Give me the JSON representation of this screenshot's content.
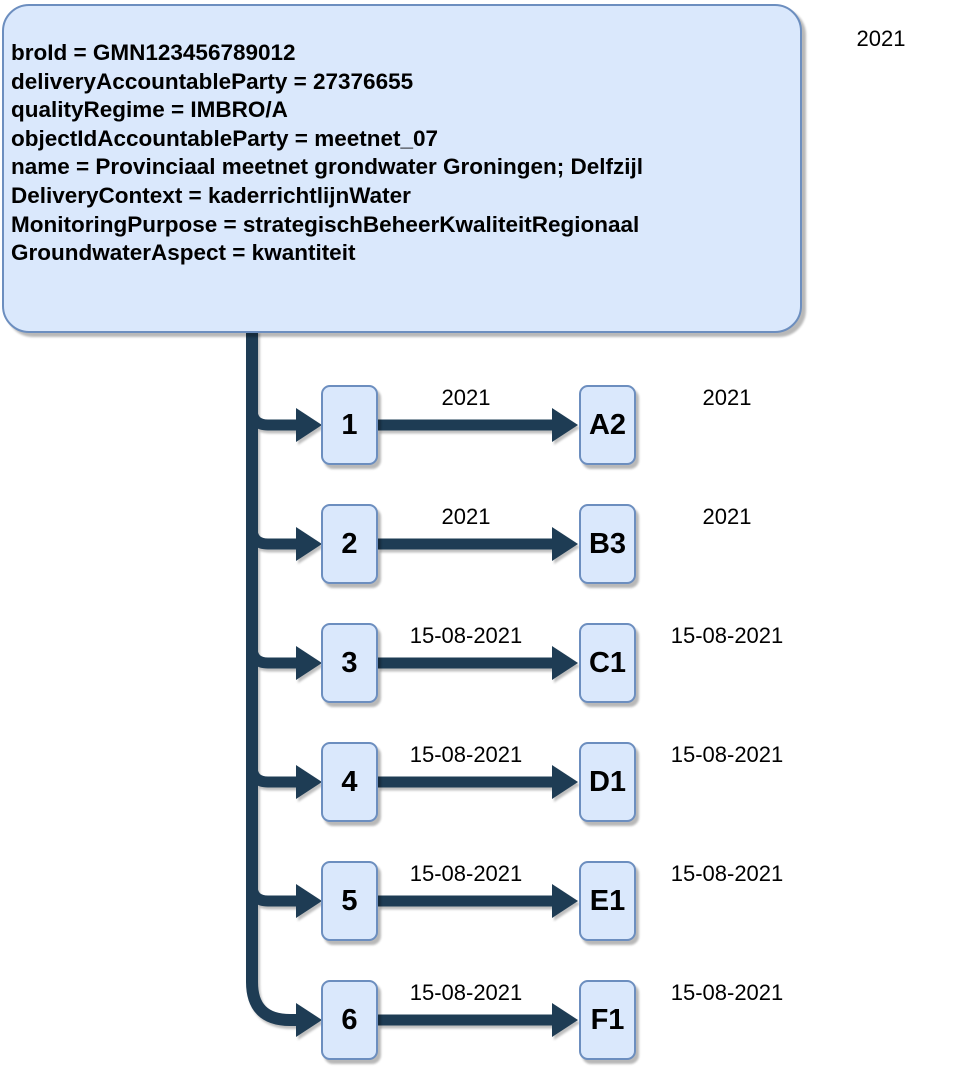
{
  "colors": {
    "node_fill": "#dae8fc",
    "node_border": "#6c8ebf",
    "connector": "#1e3c54",
    "text": "#000000"
  },
  "header_date": "2021",
  "gmn_box": {
    "lines": [
      "broId = GMN123456789012",
      "deliveryAccountableParty = 27376655",
      "qualityRegime = IMBRO/A",
      "objectIdAccountableParty = meetnet_07",
      "name = Provinciaal meetnet grondwater Groningen; Delfzijl",
      "DeliveryContext = kaderrichtlijnWater",
      "MonitoringPurpose = strategischBeheerKwaliteitRegionaal",
      "GroundwaterAspect = kwantiteit"
    ]
  },
  "rows": [
    {
      "order": "1",
      "point": "A2",
      "edge_label": "2021",
      "date": "2021"
    },
    {
      "order": "2",
      "point": "B3",
      "edge_label": "2021",
      "date": "2021"
    },
    {
      "order": "3",
      "point": "C1",
      "edge_label": "15-08-2021",
      "date": "15-08-2021"
    },
    {
      "order": "4",
      "point": "D1",
      "edge_label": "15-08-2021",
      "date": "15-08-2021"
    },
    {
      "order": "5",
      "point": "E1",
      "edge_label": "15-08-2021",
      "date": "15-08-2021"
    },
    {
      "order": "6",
      "point": "F1",
      "edge_label": "15-08-2021",
      "date": "15-08-2021"
    }
  ]
}
